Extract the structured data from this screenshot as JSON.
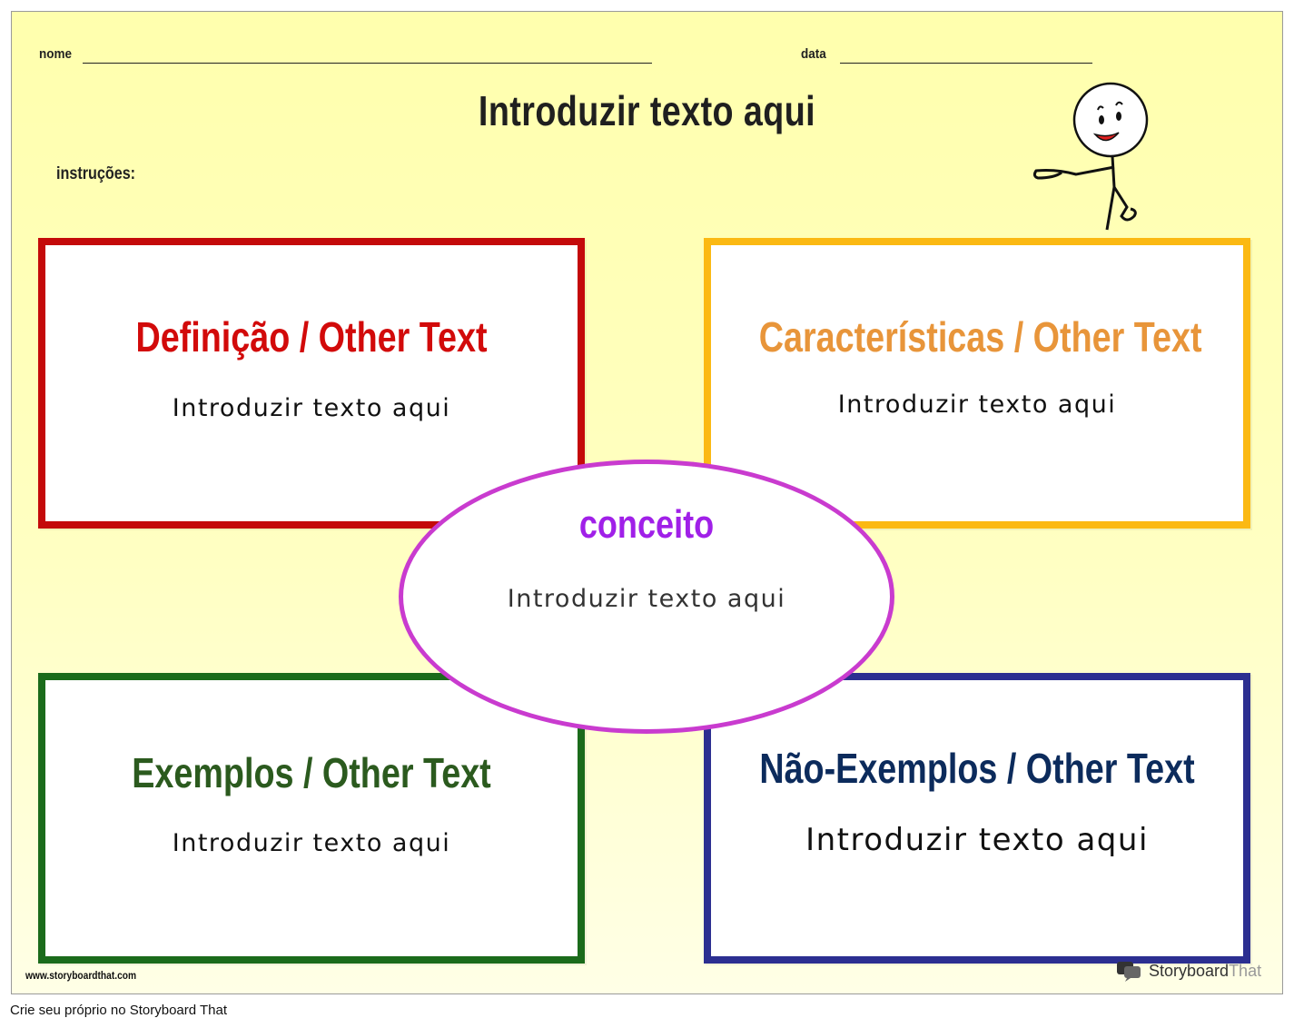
{
  "header": {
    "name_label": "nome",
    "date_label": "data",
    "title": "Introduzir texto aqui",
    "instructions_label": "instruções:"
  },
  "boxes": {
    "definition": {
      "title": "Definição / Other Text",
      "body": "Introduzir texto aqui",
      "color": "#d20a0a",
      "border": "#c40a0a"
    },
    "characteristics": {
      "title": "Características / Other Text",
      "body": "Introduzir texto aqui",
      "color": "#e8953a",
      "border": "#fbb913"
    },
    "examples": {
      "title": "Exemplos / Other Text",
      "body": "Introduzir texto aqui",
      "color": "#2b5a1e",
      "border": "#1b6b1b"
    },
    "non_examples": {
      "title": "Não-Exemplos / Other Text",
      "body": "Introduzir texto aqui",
      "color": "#0c2b5c",
      "border": "#2c2f91"
    }
  },
  "concept": {
    "title": "conceito",
    "body": "Introduzir texto aqui",
    "color": "#a020e8",
    "border": "#c93bcf"
  },
  "watermark": {
    "url": "www.storyboardthat.com",
    "brand_strong": "Storyboard",
    "brand_light": "That"
  },
  "footer": {
    "text": "Crie seu próprio no Storyboard That"
  }
}
